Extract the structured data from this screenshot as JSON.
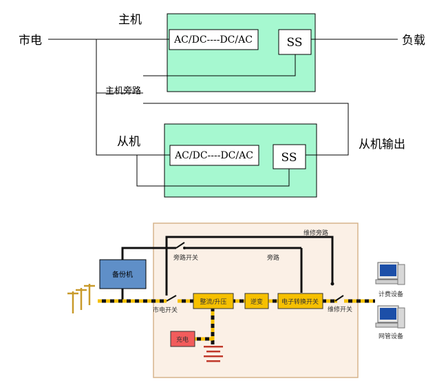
{
  "top": {
    "mains_label": "市电",
    "load_label": "负载",
    "master_label": "主机",
    "slave_label": "从机",
    "master_bypass_label": "主机旁路",
    "slave_output_label": "从机输出",
    "master_converter": "AC/DC----DC/AC",
    "master_switch": "SS",
    "slave_converter": "AC/DC----DC/AC",
    "slave_switch": "SS"
  },
  "bottom": {
    "maintenance_bypass": "维修旁路",
    "bypass_switch": "旁路开关",
    "bypass": "旁路",
    "backup_unit": "备份机",
    "rectifier": "整流/升压",
    "inverter": "逆变",
    "electronic_switch": "电子转换开关",
    "mains_switch": "市电开关",
    "maintenance_switch": "维修开关",
    "charger": "充电",
    "billing_device": "计费设备",
    "network_device": "网管设备"
  },
  "colors": {
    "module_fill": "#a6f8d0",
    "cabinet_fill": "#fbf0e6",
    "cabinet_border": "#d6b48c",
    "block_fill": "#f6c000",
    "backup_fill": "#5f8fc8",
    "charger_fill": "#f25c5c"
  }
}
